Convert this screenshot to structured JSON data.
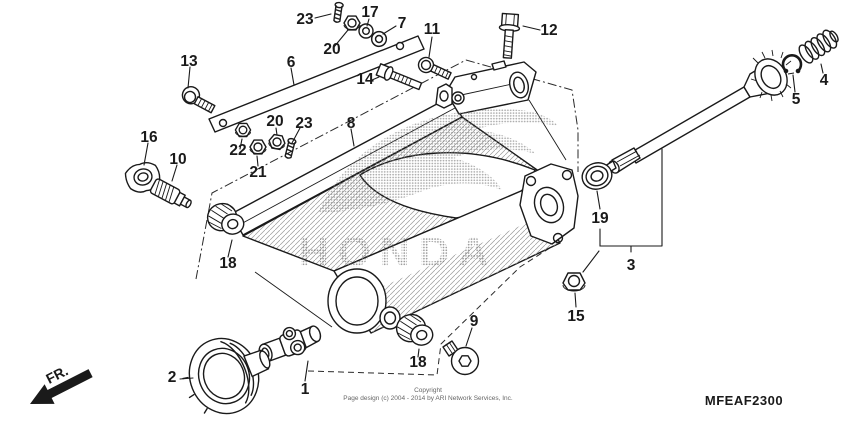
{
  "meta": {
    "diagram_code": "MFEAF2300",
    "fr_label": "FR.",
    "watermark_text": "HONDA",
    "copyright_line1": "Copyright",
    "copyright_line2": "Page design (c) 2004 - 2014 by ARI Network Services, Inc."
  },
  "colors": {
    "line": "#1a1a1a",
    "bg": "#ffffff",
    "wm": "#777777",
    "copy": "#666666"
  },
  "callouts": {
    "1": "1",
    "2": "2",
    "3": "3",
    "4": "4",
    "5": "5",
    "6": "6",
    "7": "7",
    "8": "8",
    "9": "9",
    "10": "10",
    "11": "11",
    "12": "12",
    "13": "13",
    "14": "14",
    "15": "15",
    "16": "16",
    "17": "17",
    "18a": "18",
    "18b": "18",
    "19": "19",
    "20a": "20",
    "20b": "20",
    "21": "21",
    "22": "22",
    "23a": "23",
    "23b": "23"
  }
}
